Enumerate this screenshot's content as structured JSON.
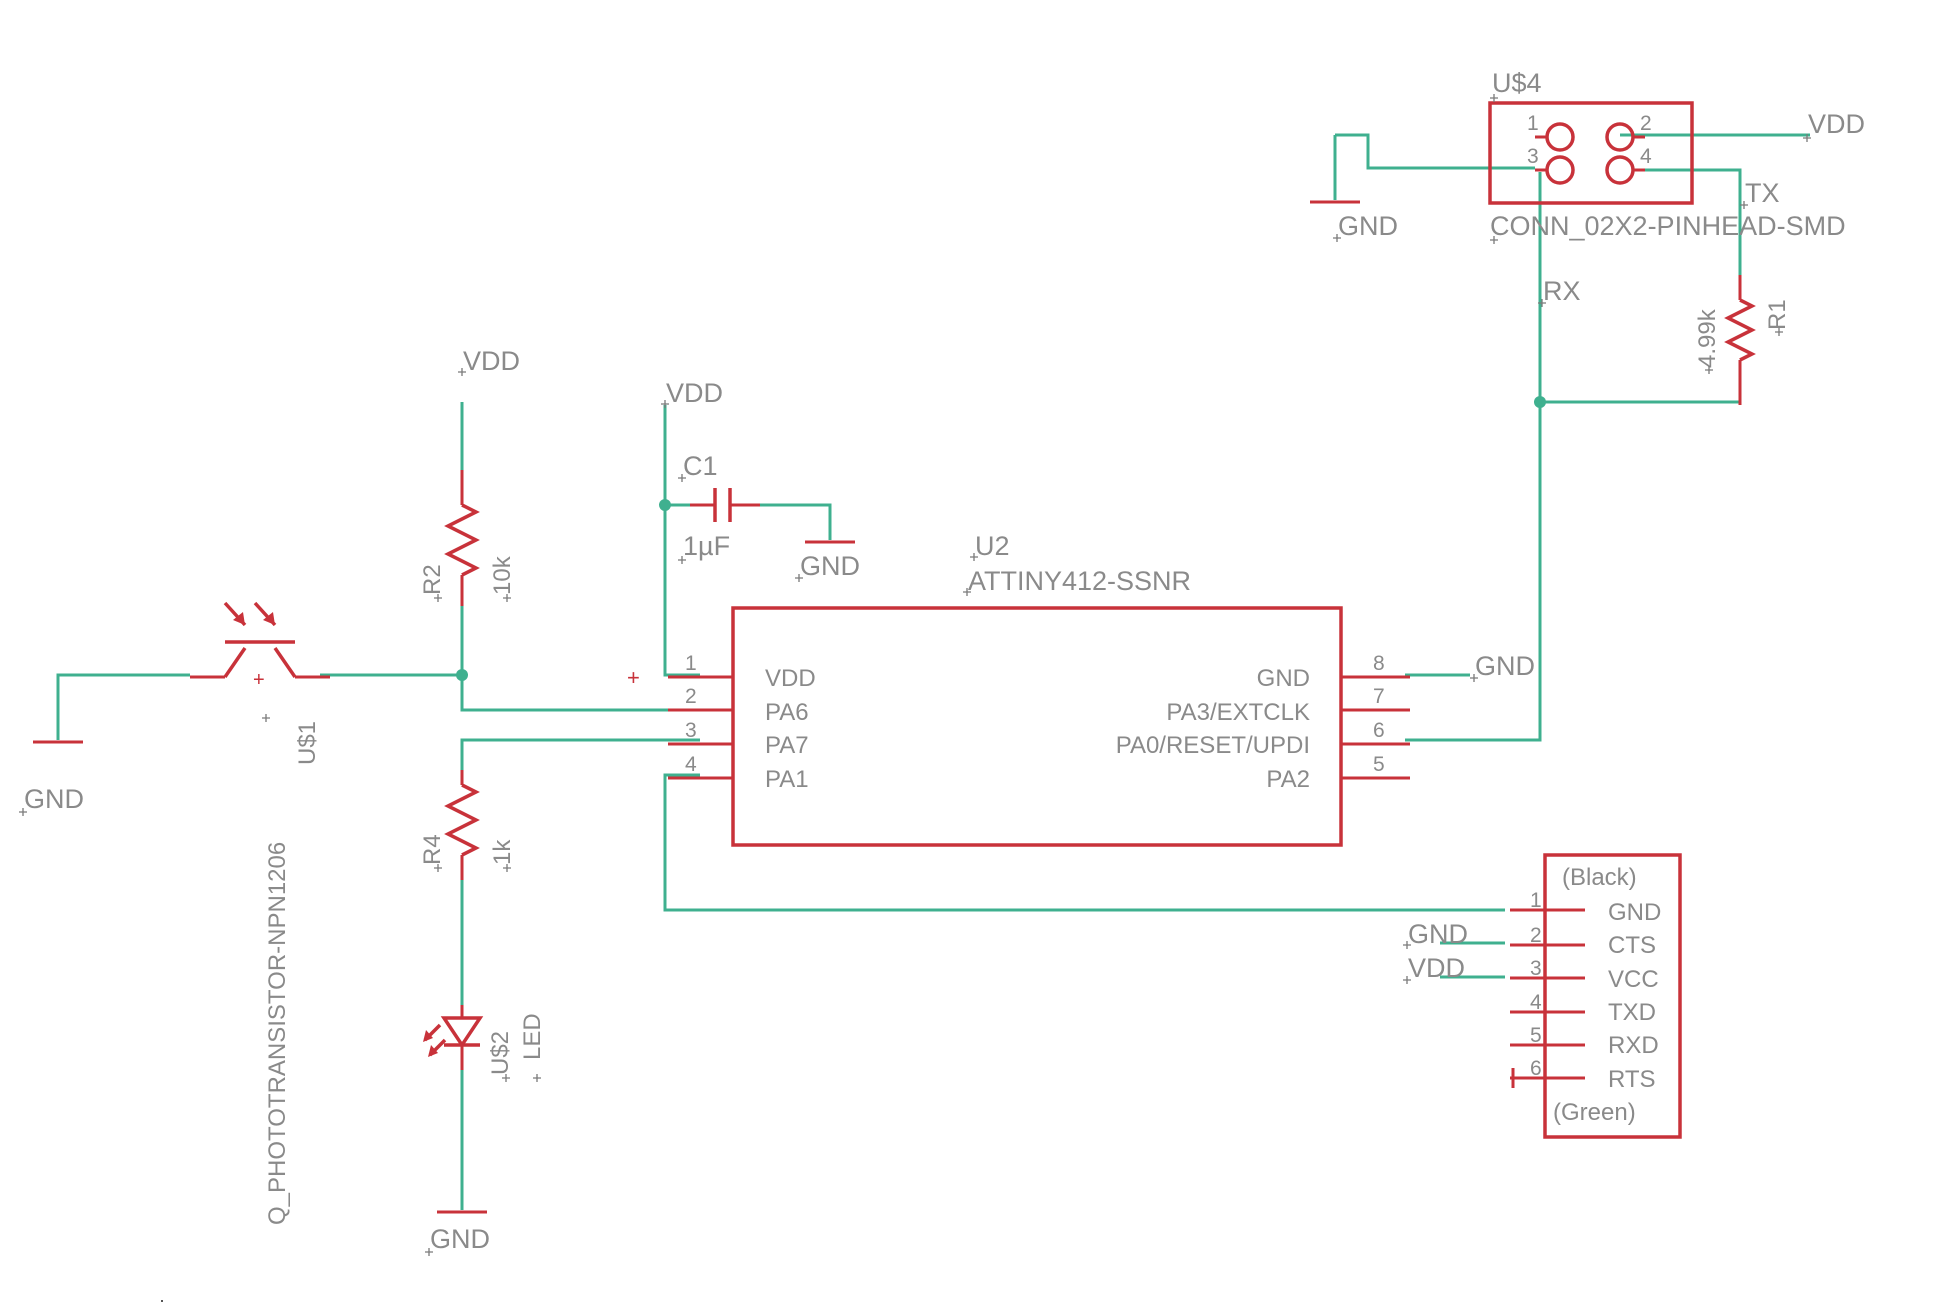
{
  "net_labels": {
    "vdd": "VDD",
    "gnd": "GND",
    "tx": "TX",
    "rx": "RX"
  },
  "u4": {
    "name": "U$4",
    "value": "CONN_02X2-PINHEAD-SMD",
    "pins": [
      "1",
      "2",
      "3",
      "4"
    ]
  },
  "r1": {
    "name": "R1",
    "value": "4.99k"
  },
  "r2": {
    "name": "R2",
    "value": "10k"
  },
  "r4": {
    "name": "R4",
    "value": "1k"
  },
  "c1": {
    "name": "C1",
    "value": "1µF"
  },
  "u1": {
    "name": "U$1",
    "value": "Q_PHOTOTRANSISTOR-NPN1206"
  },
  "u3": {
    "name": "U$2",
    "value": "LED"
  },
  "u2": {
    "name": "U2",
    "value": "ATTINY412-SSNR",
    "left_pins": [
      {
        "num": "1",
        "label": "VDD"
      },
      {
        "num": "2",
        "label": "PA6"
      },
      {
        "num": "3",
        "label": "PA7"
      },
      {
        "num": "4",
        "label": "PA1"
      }
    ],
    "right_pins": [
      {
        "num": "8",
        "label": "GND"
      },
      {
        "num": "7",
        "label": "PA3/EXTCLK"
      },
      {
        "num": "6",
        "label": "PA0/RESET/UPDI"
      },
      {
        "num": "5",
        "label": "PA2"
      }
    ]
  },
  "ftdi": {
    "top_label": "(Black)",
    "bottom_label": "(Green)",
    "pins": [
      {
        "num": "1",
        "label": "GND"
      },
      {
        "num": "2",
        "label": "CTS"
      },
      {
        "num": "3",
        "label": "VCC"
      },
      {
        "num": "4",
        "label": "TXD"
      },
      {
        "num": "5",
        "label": "RXD"
      },
      {
        "num": "6",
        "label": "RTS"
      }
    ]
  },
  "colors": {
    "wire": "#3fb08f",
    "part": "#c8323a",
    "label": "#8a8a8a"
  }
}
